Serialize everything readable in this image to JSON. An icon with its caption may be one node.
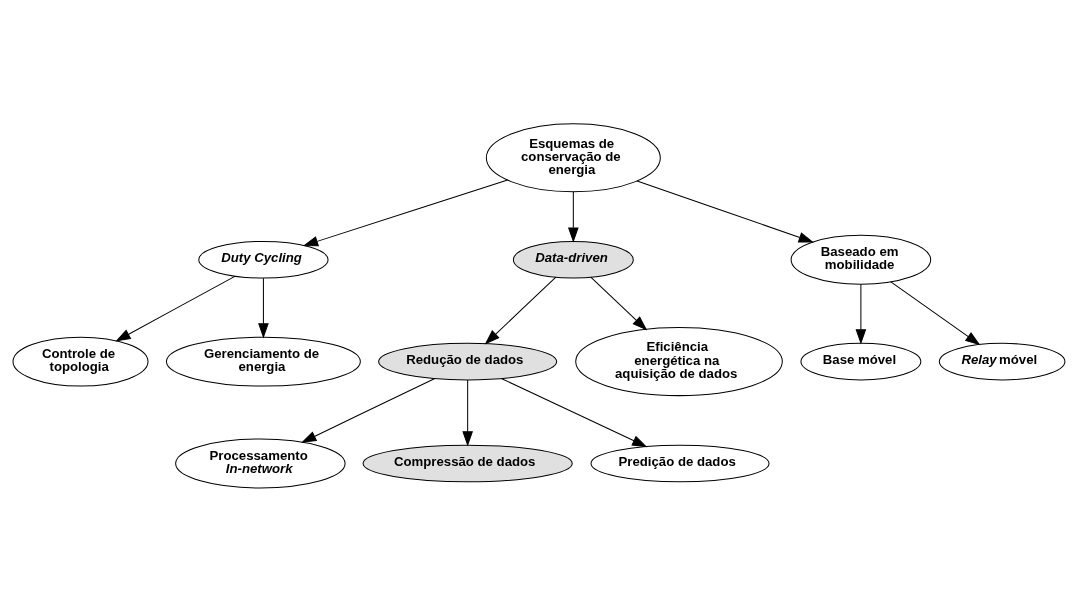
{
  "diagram": {
    "nodes": [
      {
        "text": [
          "Esquemas de conservação de energia"
        ]
      },
      {
        "text": [
          "Duty Cycling"
        ]
      },
      {
        "text": [
          "Data-driven"
        ]
      },
      {
        "text": [
          "Baseado em mobilidade"
        ]
      },
      {
        "text": [
          "Controle de topologia"
        ]
      },
      {
        "text": [
          "Gerenciamento de energia"
        ]
      },
      {
        "text": [
          "Redução de dados"
        ]
      },
      {
        "text": [
          "Eficiência energética na aquisição de dados"
        ]
      },
      {
        "text": [
          "Base móvel"
        ]
      },
      {
        "text": [
          "*Relay* móvel"
        ]
      },
      {
        "text": [
          "Processamento *In-network*"
        ]
      },
      {
        "text": [
          "Compressão de dados"
        ]
      },
      {
        "text": [
          "Predição de dados"
        ]
      }
    ],
    "edges": [
      {
        "from": 0,
        "to": 1,
        "arrow": "to"
      },
      {
        "from": 0,
        "to": 2,
        "arrow": "to"
      },
      {
        "from": 0,
        "to": 3,
        "arrow": "to"
      },
      {
        "from": 1,
        "to": 4,
        "arrow": "to"
      },
      {
        "from": 1,
        "to": 5,
        "arrow": "to"
      },
      {
        "from": 2,
        "to": 6,
        "arrow": "to"
      },
      {
        "from": 2,
        "to": 7,
        "arrow": "to"
      },
      {
        "from": 3,
        "to": 8,
        "arrow": "to"
      },
      {
        "from": 3,
        "to": 9,
        "arrow": "to"
      },
      {
        "from": 6,
        "to": 10,
        "arrow": "to"
      },
      {
        "from": 6,
        "to": 11,
        "arrow": "to"
      },
      {
        "from": 6,
        "to": 12,
        "arrow": "to"
      }
    ]
  }
}
